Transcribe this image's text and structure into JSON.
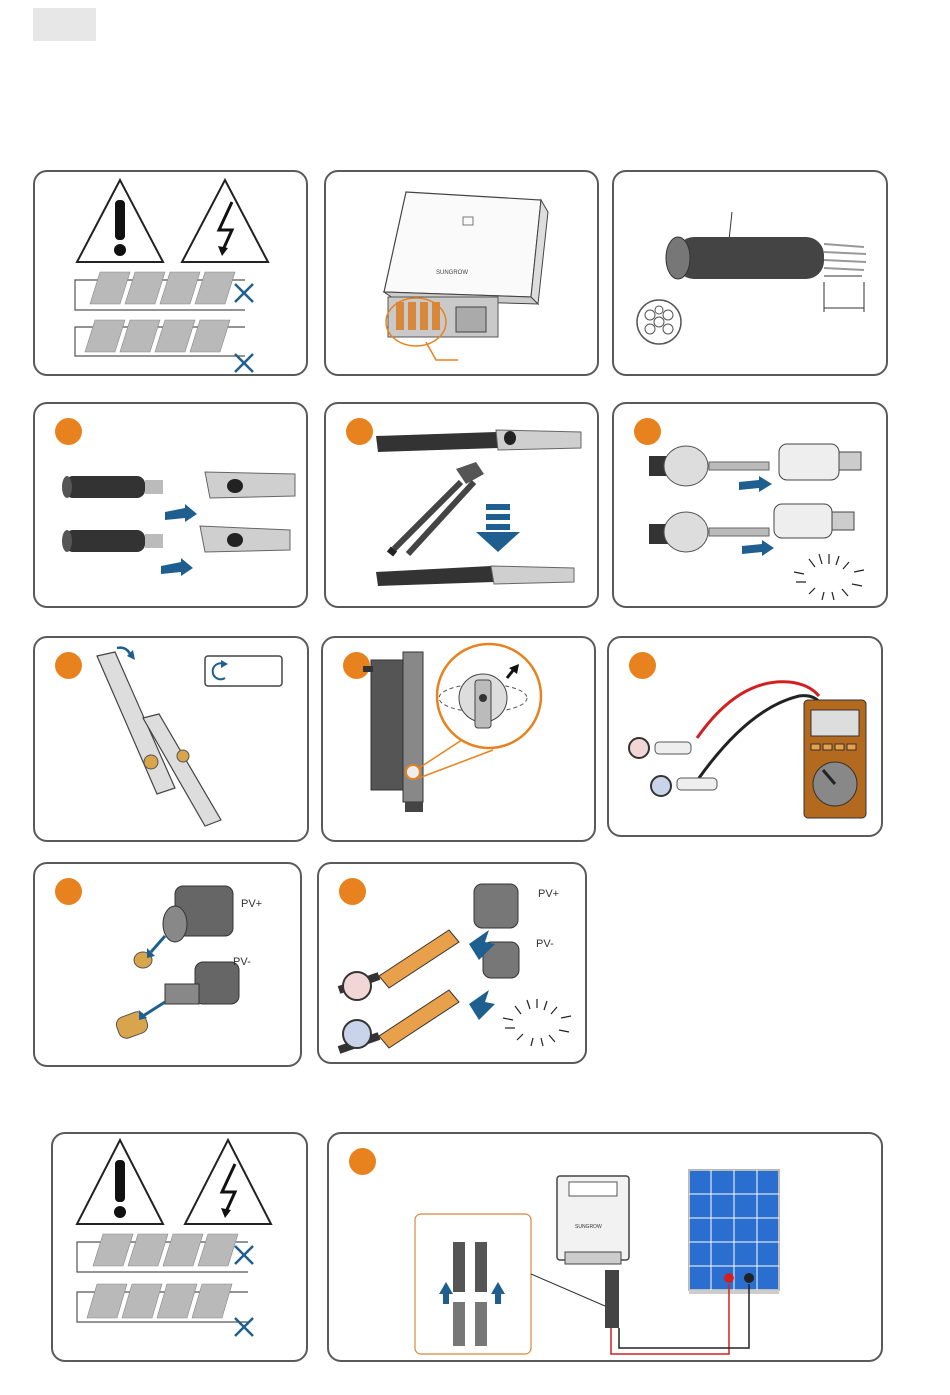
{
  "labels": {
    "pv_plus": "PV+",
    "pv_minus": "PV-",
    "pv_plus_2": "PV+",
    "pv_minus_2": "PV-",
    "inverter_brand": "SUNGROW"
  },
  "colors": {
    "step_badge": "#e8821e",
    "panel_border": "#5a5a5a",
    "cable_red": "#d22020",
    "positive_tint": "#f2d6d6",
    "negative_tint": "#c9d3ea",
    "arrow_blue": "#1f5f8f"
  },
  "icons": [
    "warning-icon",
    "high-voltage-icon",
    "solar-panel-icon",
    "cross-icon",
    "rotate-icon"
  ]
}
